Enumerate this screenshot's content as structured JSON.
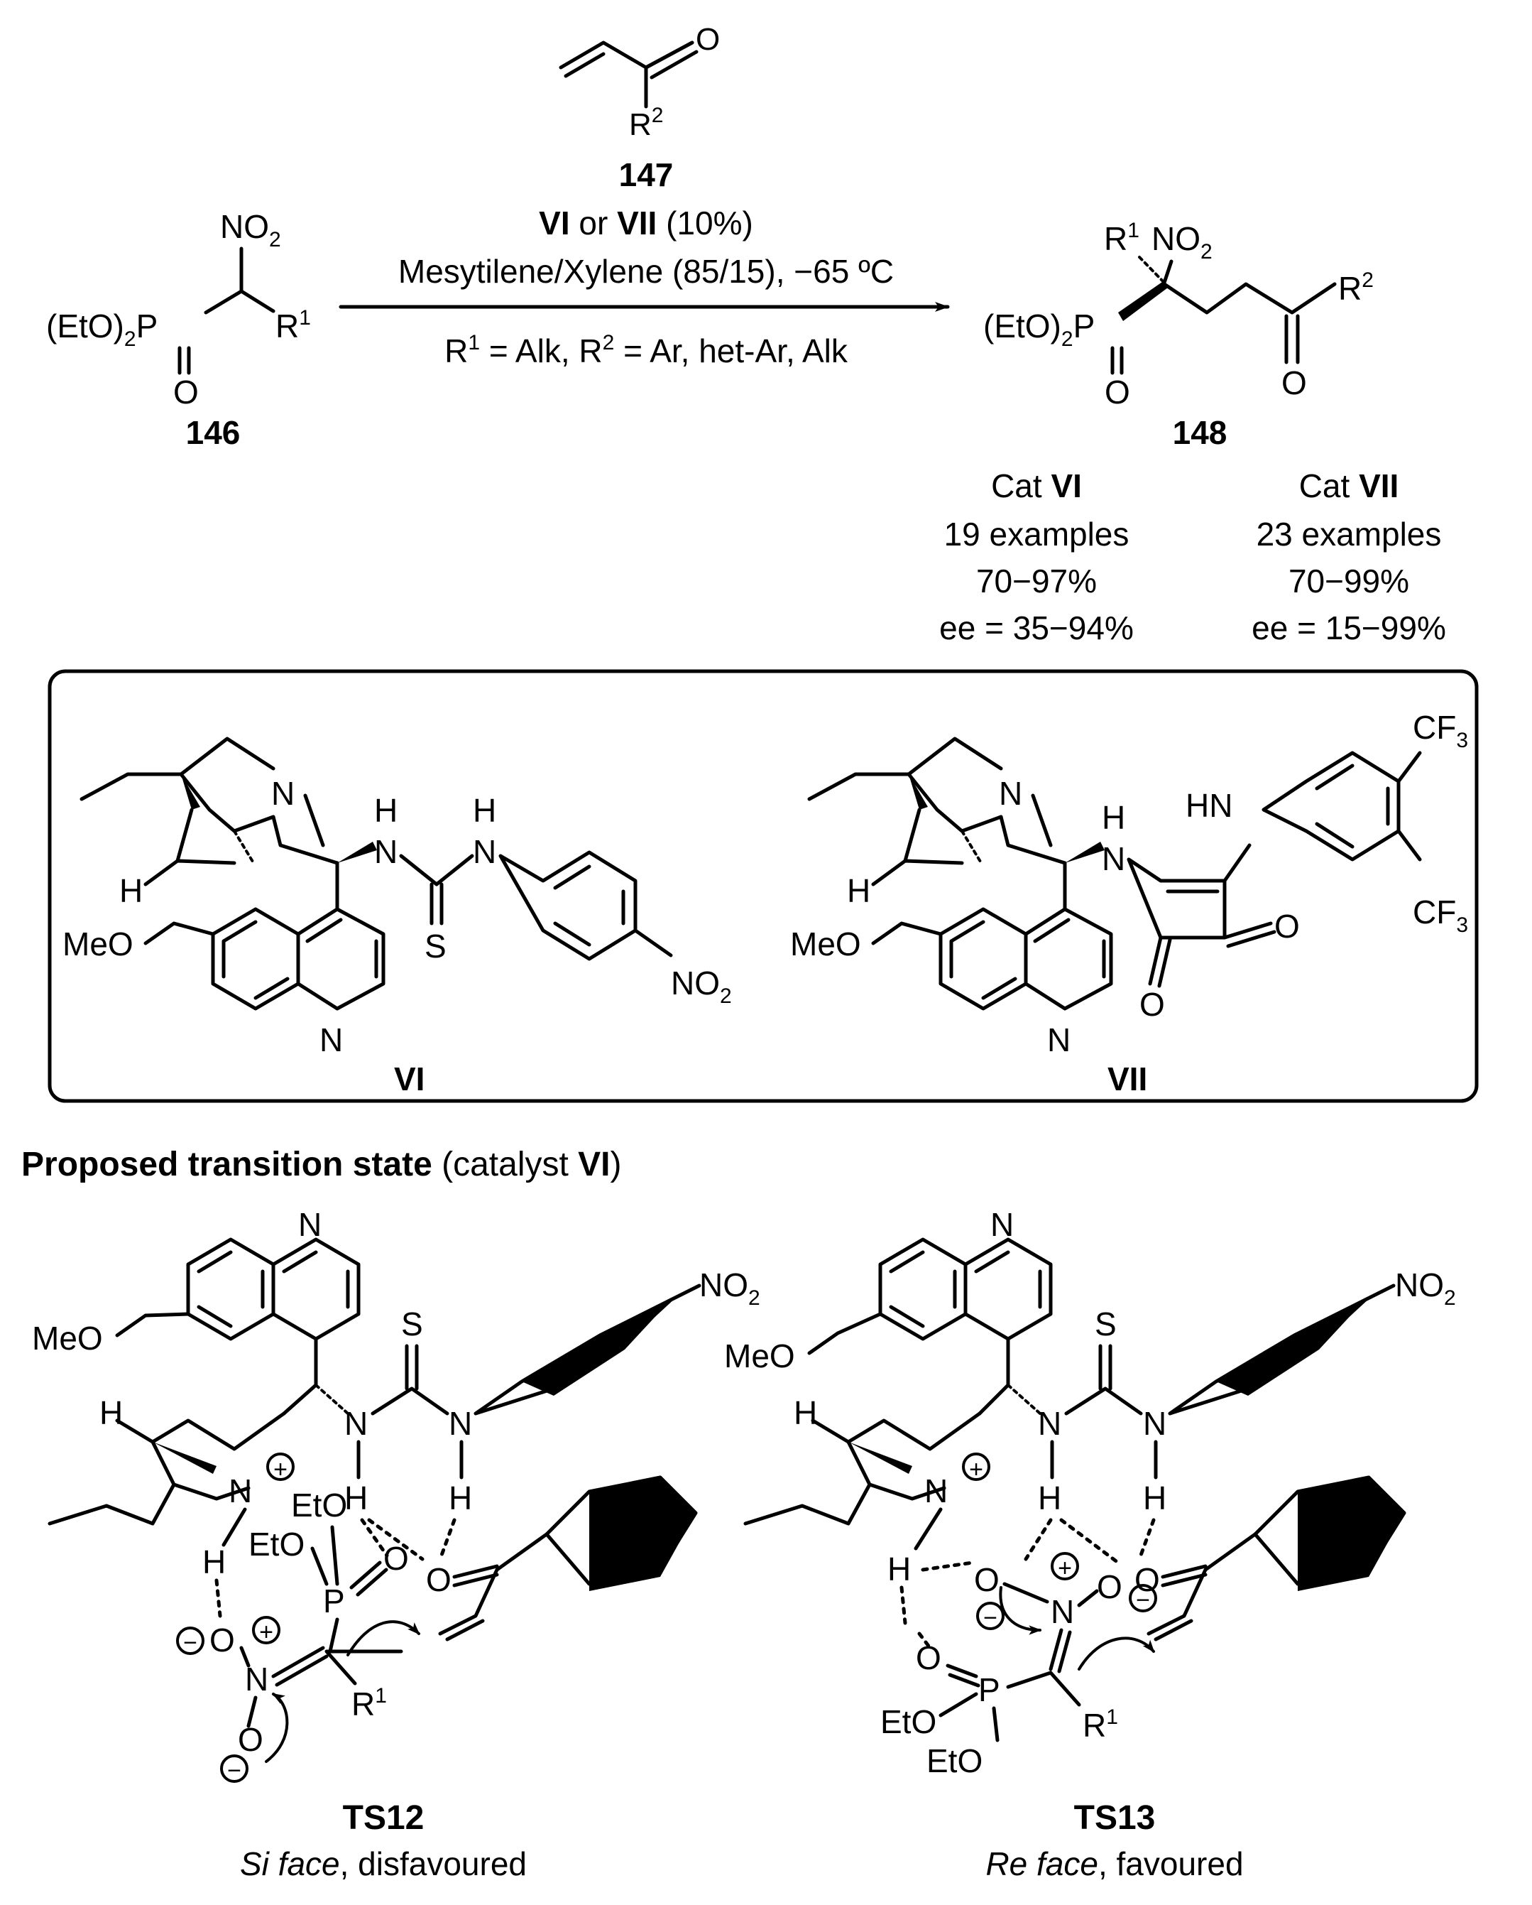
{
  "reaction": {
    "reagent_label": "147",
    "reagent_atoms": {
      "o": "O",
      "r": "R",
      "r_sup": "2"
    },
    "catalyst_line": {
      "vi": "VI",
      "or": " or ",
      "vii": "VII",
      "loading": " (10%)"
    },
    "conditions": "Mesytilene/Xylene (85/15), −65 ºC",
    "substituents": {
      "r": "R",
      "r1_sup": "1",
      "mid": " = Alk, R",
      "r2_sup": "2",
      "tail": " = Ar, het-Ar, Alk"
    },
    "substrate": {
      "label": "146",
      "no2": "NO",
      "no2_sub": "2",
      "eto": "(EtO)",
      "eto_sub": "2",
      "p": "P",
      "r1": "R",
      "r1_sup": "1",
      "o": "O"
    },
    "product": {
      "label": "148",
      "r1": "R",
      "r1_sup": "1",
      "no2": "NO",
      "no2_sub": "2",
      "eto": "(EtO)",
      "eto_sub": "2",
      "p": "P",
      "o": "O",
      "r2": "R",
      "r2_sup": "2"
    }
  },
  "results": [
    {
      "cat_prefix": "Cat ",
      "cat": "VI",
      "examples": "19 examples",
      "yield": "70−97%",
      "ee": "ee = 35−94%"
    },
    {
      "cat_prefix": "Cat ",
      "cat": "VII",
      "examples": "23 examples",
      "yield": "70−99%",
      "ee": "ee = 15−99%"
    }
  ],
  "catalysts": {
    "vi": {
      "label": "VI",
      "n": "N",
      "h": "H",
      "s": "S",
      "meo": "MeO",
      "no2": "NO",
      "no2_sub": "2"
    },
    "vii": {
      "label": "VII",
      "n": "N",
      "h": "H",
      "hn": "HN",
      "o": "O",
      "meo": "MeO",
      "cf3": "CF",
      "cf3_sub": "3"
    }
  },
  "transition_state": {
    "heading_bold": "Proposed transition state",
    "heading_normal": " (catalyst ",
    "heading_cat": "VI",
    "heading_close": ")",
    "atoms": {
      "n": "N",
      "h": "H",
      "s": "S",
      "o": "O",
      "p": "P",
      "eto": "EtO",
      "meo": "MeO",
      "no2": "NO",
      "no2_sub": "2",
      "r": "R",
      "r1_sup": "1",
      "plus": "+",
      "minus": "−"
    },
    "ts12": {
      "label": "TS12",
      "face": "Si face",
      "note": ", disfavoured"
    },
    "ts13": {
      "label": "TS13",
      "face": "Re face",
      "note": ", favoured"
    }
  }
}
